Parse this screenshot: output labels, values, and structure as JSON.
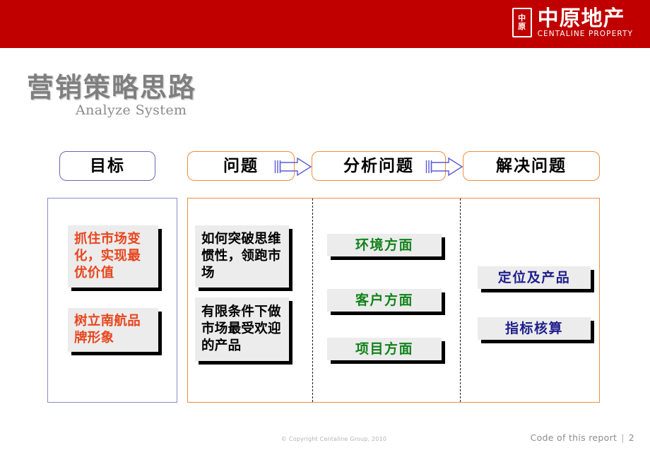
{
  "header": {
    "brand_cn": "中原地产",
    "brand_en": "CENTALINE PROPERTY",
    "seal_top": "中",
    "seal_bottom": "原",
    "band_color": "#c00000"
  },
  "title": {
    "main": "营销策略思路",
    "subtitle": "Analyze System"
  },
  "stages": [
    {
      "label": "目标",
      "border_color": "#6a66b5"
    },
    {
      "label": "问题",
      "border_color": "#ef8c3c"
    },
    {
      "label": "分析问题",
      "border_color": "#ef8c3c"
    },
    {
      "label": "解决问题",
      "border_color": "#ef8c3c"
    }
  ],
  "columns": {
    "goal": {
      "panel_border": "#8c8ac7",
      "text_color": "#e8461e",
      "cards": [
        {
          "text": "抓住市场变化，实现最优价值"
        },
        {
          "text": "树立南航品牌形象"
        }
      ]
    },
    "problem": {
      "text_color": "#000000",
      "cards": [
        {
          "text": "如何突破思维惯性，领跑市场"
        },
        {
          "text": "有限条件下做市场最受欢迎的产品"
        }
      ]
    },
    "analyze": {
      "text_color": "#11821a",
      "cards": [
        {
          "text": "环境方面"
        },
        {
          "text": "客户方面"
        },
        {
          "text": "项目方面"
        }
      ]
    },
    "solve": {
      "text_color": "#1f1f8c",
      "cards": [
        {
          "text": "定位及产品"
        },
        {
          "text": "指标核算"
        }
      ]
    }
  },
  "footer": {
    "copyright": "© Copyright  Centaline Group, 2010",
    "report_label": "Code of this report",
    "separator": "|",
    "page_number": "2"
  }
}
